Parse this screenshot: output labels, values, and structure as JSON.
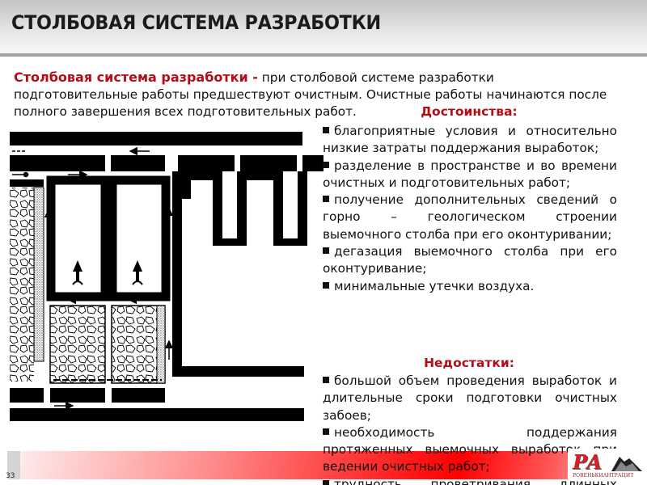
{
  "slide": {
    "title": "СТОЛБОВАЯ СИСТЕМА РАЗРАБОТКИ",
    "page_number": "33"
  },
  "intro": {
    "term": "Столбовая система разработки -",
    "definition": " при столбовой системе разработки подготовительные работы предшествуют очистным. Очистные работы начинаются после полного завершения всех подготовительных работ."
  },
  "pros": {
    "heading": "Достоинства:",
    "items": [
      "благоприятные условия и относительно низкие затраты поддержания выработок;",
      "разделение в пространстве и во времени очистных и подготовительных работ;",
      "получение дополнительных сведений о горно – геологическом строении выемочного столба при его оконтуривании;",
      "дегазация выемочного столба при его оконтуривание;",
      "минимальные утечки воздуха."
    ]
  },
  "cons": {
    "heading": "Недостатки:",
    "items": [
      "большой объем проведения выработок и длительные сроки подготовки очистных забоев;",
      "необходимость поддержания протяженных выемочных выработок при ведении очистных работ;",
      "трудность проветривания длинных"
    ]
  },
  "logo": {
    "mark": "РА",
    "caption": "РОВЕНЬКИАНТРАЦИТ"
  },
  "colors": {
    "accent_red": "#b30d17",
    "header_rule": "#a2a2a2",
    "footer_red": "#ff0000"
  },
  "diagram": {
    "description": "Схема столбовой системы разработки: штреки, выемочные столбы, обрушенные породы, направления вентиляционных струй"
  }
}
